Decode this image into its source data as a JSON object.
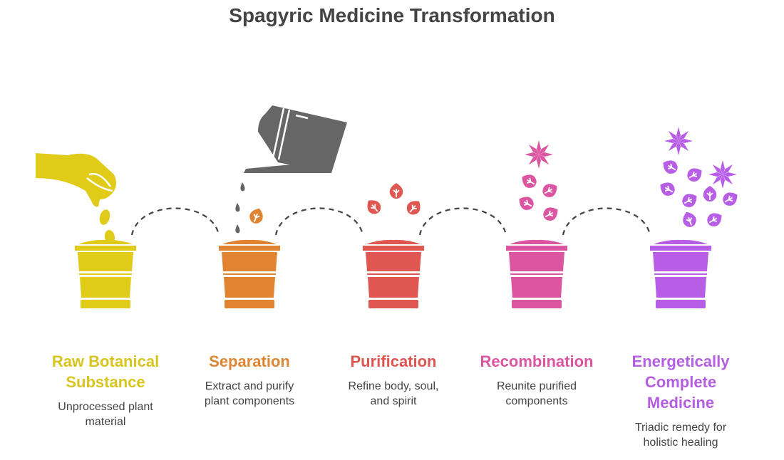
{
  "title": "Spagyric Medicine Transformation",
  "colors": {
    "dash": "#444444",
    "can": "#666666",
    "text": "#444444"
  },
  "steps": [
    {
      "title_lines": [
        "Raw Botanical",
        "Substance"
      ],
      "desc_lines": [
        "Unprocessed plant",
        "material"
      ],
      "color": "#dfcb18",
      "text_color": "#d8c51f"
    },
    {
      "title_lines": [
        "Separation"
      ],
      "desc_lines": [
        "Extract and purify",
        "plant components"
      ],
      "color": "#e08431",
      "text_color": "#de8532"
    },
    {
      "title_lines": [
        "Purification"
      ],
      "desc_lines": [
        "Refine body, soul,",
        "and spirit"
      ],
      "color": "#e05650",
      "text_color": "#df5550"
    },
    {
      "title_lines": [
        "Recombination"
      ],
      "desc_lines": [
        "Reunite purified",
        "components"
      ],
      "color": "#dc55a1",
      "text_color": "#db55a0"
    },
    {
      "title_lines": [
        "Energetically",
        "Complete",
        "Medicine"
      ],
      "desc_lines": [
        "Triadic remedy for",
        "holistic healing"
      ],
      "color": "#b85ee6",
      "text_color": "#b45ee2"
    }
  ]
}
